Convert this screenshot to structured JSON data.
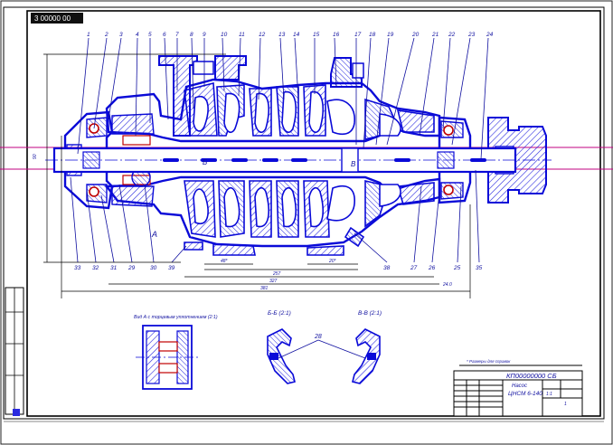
{
  "stamp_top_left": "3 00000 00",
  "callouts_top": [
    "1",
    "2",
    "3",
    "4",
    "5",
    "6",
    "7",
    "8",
    "9",
    "10",
    "11",
    "12",
    "13",
    "14",
    "15",
    "16",
    "17",
    "18",
    "19",
    "20",
    "21",
    "22",
    "23",
    "24"
  ],
  "callouts_bottom": [
    "33",
    "32",
    "31",
    "29",
    "30",
    "39",
    "38",
    "27",
    "26",
    "25",
    "35"
  ],
  "section_labels": {
    "left_detail": "A",
    "shaft_mark": "Б",
    "port_mark": "В",
    "ring_label": "28"
  },
  "dims": {
    "d1": "48*",
    "d2": "20*",
    "d3": "257",
    "d4": "327",
    "d5": "381",
    "d6": "24.0",
    "d_left": "90"
  },
  "views": {
    "detail_a": "Вид А с торцевым уплотнением (2:1)",
    "section_bb": "Б-Б (2:1)",
    "section_vv": "В-В (2:1)"
  },
  "title_block": {
    "doc_number": "КП00000000 СБ",
    "name_line1": "Насос",
    "name_line2": "ЦНСМ 6-140",
    "note": "* Размеры для справок",
    "scale": "1:1",
    "sheet": "1"
  },
  "colors": {
    "line": "#0a0ad8",
    "hatch": "#3030e0",
    "frame": "#000000",
    "magenta": "#c00080"
  }
}
